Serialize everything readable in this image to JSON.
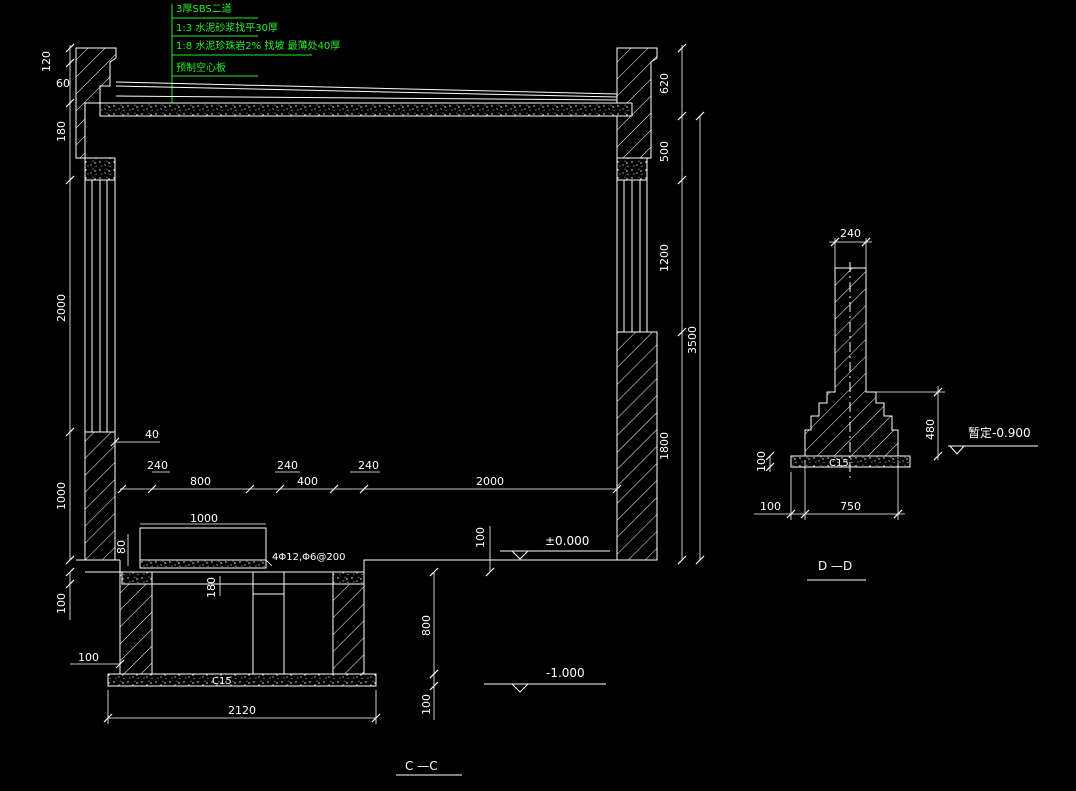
{
  "section_cc": {
    "title": "C —C",
    "layers": [
      "3厚SBS二道",
      "1:3 水泥砂浆找平30厚",
      "1:8 水泥珍珠岩2% 找坡 最薄处40厚",
      "预制空心板"
    ],
    "dims_left": [
      "120",
      "60",
      "180",
      "2000",
      "1000",
      "100"
    ],
    "dims_right": [
      "620",
      "500",
      "1200",
      "1800",
      "3500"
    ],
    "dims_horizontal": [
      "40",
      "240",
      "800",
      "240",
      "400",
      "240",
      "2000"
    ],
    "lintel_dims": [
      "1000",
      "80",
      "180"
    ],
    "rebar_note": "4Φ12,Φ6@200",
    "elev_ground": "±0.000",
    "elev_foundation": "-1.000",
    "dims_foundation": [
      "100",
      "100",
      "800",
      "100",
      "2120"
    ],
    "concrete_label": "C15"
  },
  "section_dd": {
    "title": "D —D",
    "dim_top": "240",
    "dim_step": "480",
    "dim_base_left": "100",
    "dim_base": "100",
    "dim_width": "750",
    "elev_note": "暂定-0.900",
    "concrete_label": "C15"
  }
}
